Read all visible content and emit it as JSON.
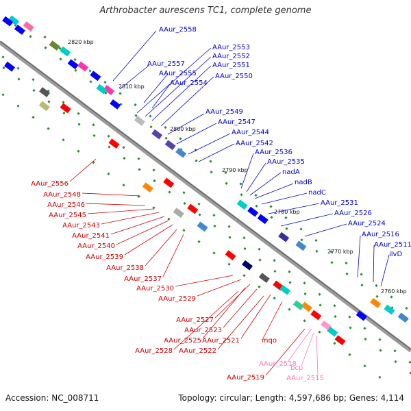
{
  "title": "Arthrobacter aurescens TC1, complete genome",
  "footer": {
    "accession": "Accession: NC_008711",
    "summary": "Topology: circular; Length: 4,597,686 bp; Genes: 4,114"
  },
  "colors": {
    "backbone": "#9a9a9a",
    "forward_gene": "#0000ff",
    "reverse_gene": "#ff0000",
    "forward_label": "#0000cc",
    "reverse_label": "#cc0000",
    "pink_label": "#ff77bb",
    "tick_mark": "#2e8b2e"
  },
  "ticks": [
    "2820 kbp",
    "2810 kbp",
    "2800 kbp",
    "2790 kbp",
    "2780 kbp",
    "2770 kbp",
    "2760 kbp"
  ],
  "forward_labels": [
    "AAur_2558",
    "AAur_2553",
    "AAur_2552",
    "AAur_2557",
    "AAur_2551",
    "AAur_2555",
    "AAur_2550",
    "AAur_2554",
    "AAur_2549",
    "AAur_2547",
    "AAur_2544",
    "AAur_2542",
    "AAur_2536",
    "AAur_2535",
    "nadA",
    "nadB",
    "nadC",
    "AAur_2531",
    "AAur_2526",
    "AAur_2524",
    "AAur_2516",
    "AAur_2511",
    "ilvD"
  ],
  "reverse_labels": [
    "AAur_2556",
    "AAur_2548",
    "AAur_2546",
    "AAur_2545",
    "AAur_2543",
    "AAur_2541",
    "AAur_2540",
    "AAur_2539",
    "AAur_2538",
    "AAur_2537",
    "AAur_2530",
    "AAur_2529",
    "AAur_2527",
    "AAur_2523",
    "AAur_2525",
    "AAur_2521",
    "AAur_2528",
    "AAur_2522",
    "mqo",
    "AAur_2519"
  ],
  "pink_labels": [
    "AAur_2518",
    "bcp",
    "AAur_2515"
  ]
}
